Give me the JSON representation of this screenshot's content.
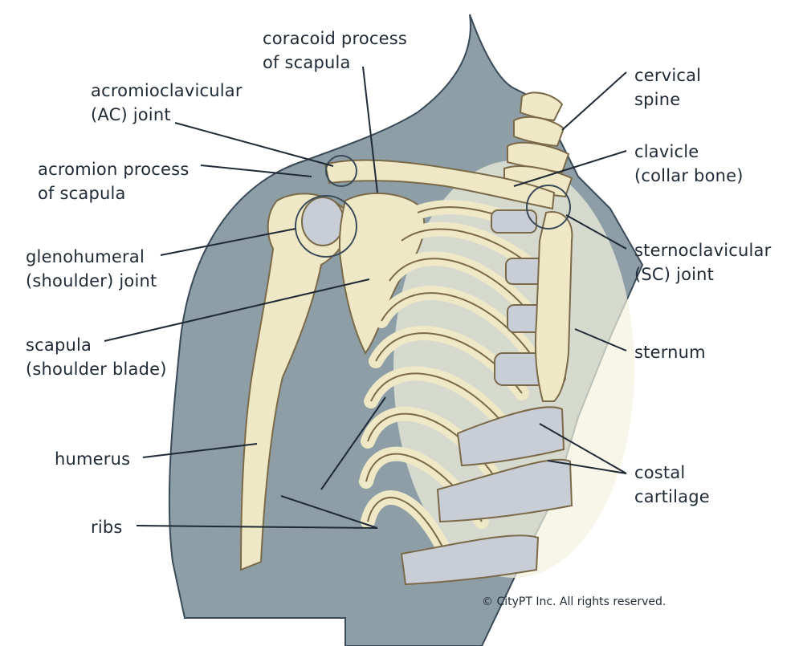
{
  "labels": {
    "coracoid": {
      "line1": "coracoid process",
      "line2": "of scapula"
    },
    "ac_joint": {
      "line1": "acromioclavicular",
      "line2": "(AC) joint"
    },
    "acromion": {
      "line1": "acromion process",
      "line2": "of scapula"
    },
    "glenohumeral": {
      "line1": "glenohumeral",
      "line2": "(shoulder) joint"
    },
    "scapula": {
      "line1": "scapula",
      "line2": "(shoulder blade)"
    },
    "humerus": {
      "line1": "humerus"
    },
    "ribs": {
      "line1": "ribs"
    },
    "cervical": {
      "line1": "cervical",
      "line2": "spine"
    },
    "clavicle": {
      "line1": "clavicle",
      "line2": "(collar bone)"
    },
    "sc_joint": {
      "line1": "sternoclavicular",
      "line2": "(SC) joint"
    },
    "sternum": {
      "line1": "sternum"
    },
    "costal": {
      "line1": "costal",
      "line2": "cartilage"
    }
  },
  "copyright": "© CityPT Inc. All rights reserved.",
  "colors": {
    "skin": "#8d9ea6",
    "bone": "#efe8c6",
    "bone_outline": "#7a6a4a",
    "cartilage": "#c9ced6",
    "leader": "#1f2a36"
  }
}
